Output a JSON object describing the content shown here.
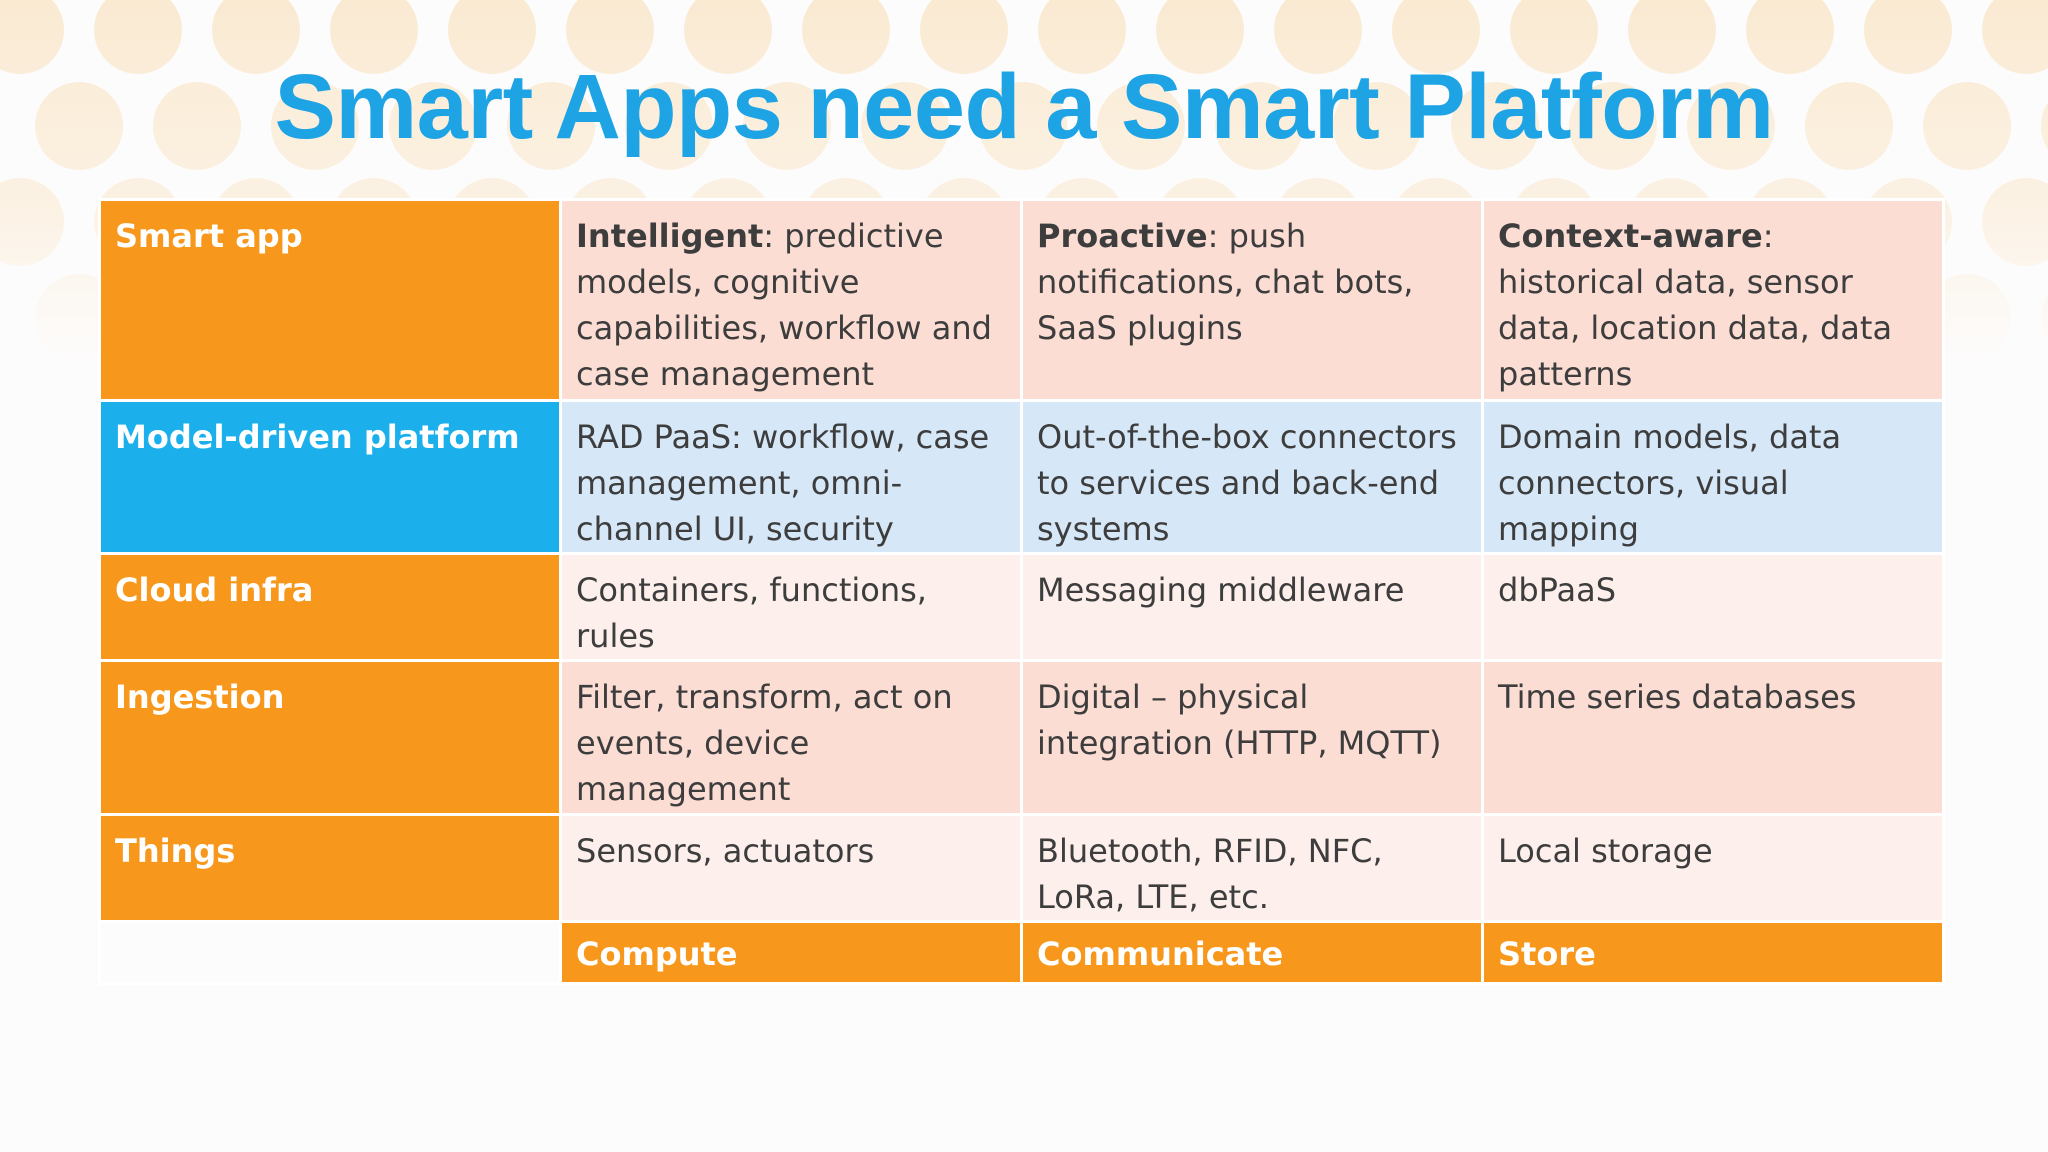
{
  "slide": {
    "title": "Smart Apps need a Smart Platform"
  },
  "colors": {
    "title": "#1ea3e4",
    "orange": "#f7981d",
    "blue": "#1bb0ec",
    "peach": "#fbddd4",
    "light_peach": "#fcefec",
    "light_blue": "#d6e7f7"
  },
  "table": {
    "rows": [
      {
        "label": "Smart app",
        "cells": [
          {
            "strong": "Intelligent",
            "text": ": predictive models, cognitive capabilities, workflow and case management"
          },
          {
            "strong": "Proactive",
            "text": ": push notifications, chat bots, SaaS plugins"
          },
          {
            "strong": "Context-aware",
            "text": ": historical data, sensor data, location data, data patterns"
          }
        ]
      },
      {
        "label": "Model-driven platform",
        "cells": [
          {
            "text": "RAD PaaS: workflow, case management, omni-channel UI, security"
          },
          {
            "text": "Out-of-the-box connectors to services and back-end systems"
          },
          {
            "text": "Domain models, data connectors, visual mapping"
          }
        ]
      },
      {
        "label": "Cloud infra",
        "cells": [
          {
            "text": "Containers, functions, rules"
          },
          {
            "text": "Messaging middleware"
          },
          {
            "text": "dbPaaS"
          }
        ]
      },
      {
        "label": "Ingestion",
        "cells": [
          {
            "text": "Filter, transform, act on events, device management"
          },
          {
            "text": "Digital – physical integration (HTTP, MQTT)"
          },
          {
            "text": "Time series databases"
          }
        ]
      },
      {
        "label": "Things",
        "cells": [
          {
            "text": "Sensors, actuators"
          },
          {
            "text": "Bluetooth, RFID, NFC, LoRa, LTE, etc."
          },
          {
            "text": "Local storage"
          }
        ]
      }
    ],
    "footer": [
      "Compute",
      "Communicate",
      "Store"
    ]
  }
}
